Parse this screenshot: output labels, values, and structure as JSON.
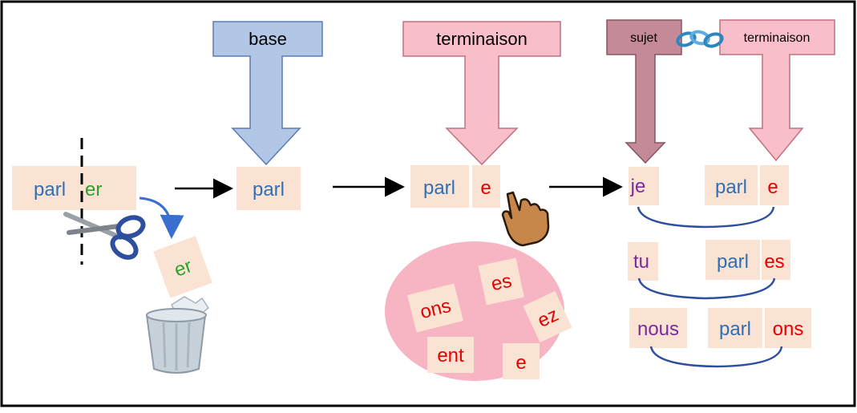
{
  "colors": {
    "blue_text": "#2e6fb5",
    "green_text": "#2aa12a",
    "red_text": "#e60000",
    "purple_text": "#7a2a9a",
    "tile_bg": "#fbe3d3",
    "base_blue": "#b2c7e6",
    "term_pink": "#f8bfcb",
    "subject_mauve": "#c48a98",
    "bowl_pink": "#f7b5c4",
    "brace_blue": "#2d4f9e"
  },
  "labels": {
    "base": "base",
    "terminaison": "terminaison",
    "sujet": "sujet",
    "terminaison2": "terminaison"
  },
  "infinitive": {
    "stem": "parl",
    "ending": "er"
  },
  "discarded_ending": "er",
  "stem_only": "parl",
  "build": {
    "stem": "parl",
    "ending": "e"
  },
  "bowl_endings": [
    "es",
    "ons",
    "ez",
    "ent",
    "e"
  ],
  "conjugations": [
    {
      "pronoun": "je",
      "stem": "parl",
      "ending": "e"
    },
    {
      "pronoun": "tu",
      "stem": "parl",
      "ending": "es"
    },
    {
      "pronoun": "nous",
      "stem": "parl",
      "ending": "ons"
    }
  ],
  "icons": [
    "scissors-icon",
    "trash-bin-icon",
    "pointing-hand-icon",
    "chain-link-icon"
  ]
}
